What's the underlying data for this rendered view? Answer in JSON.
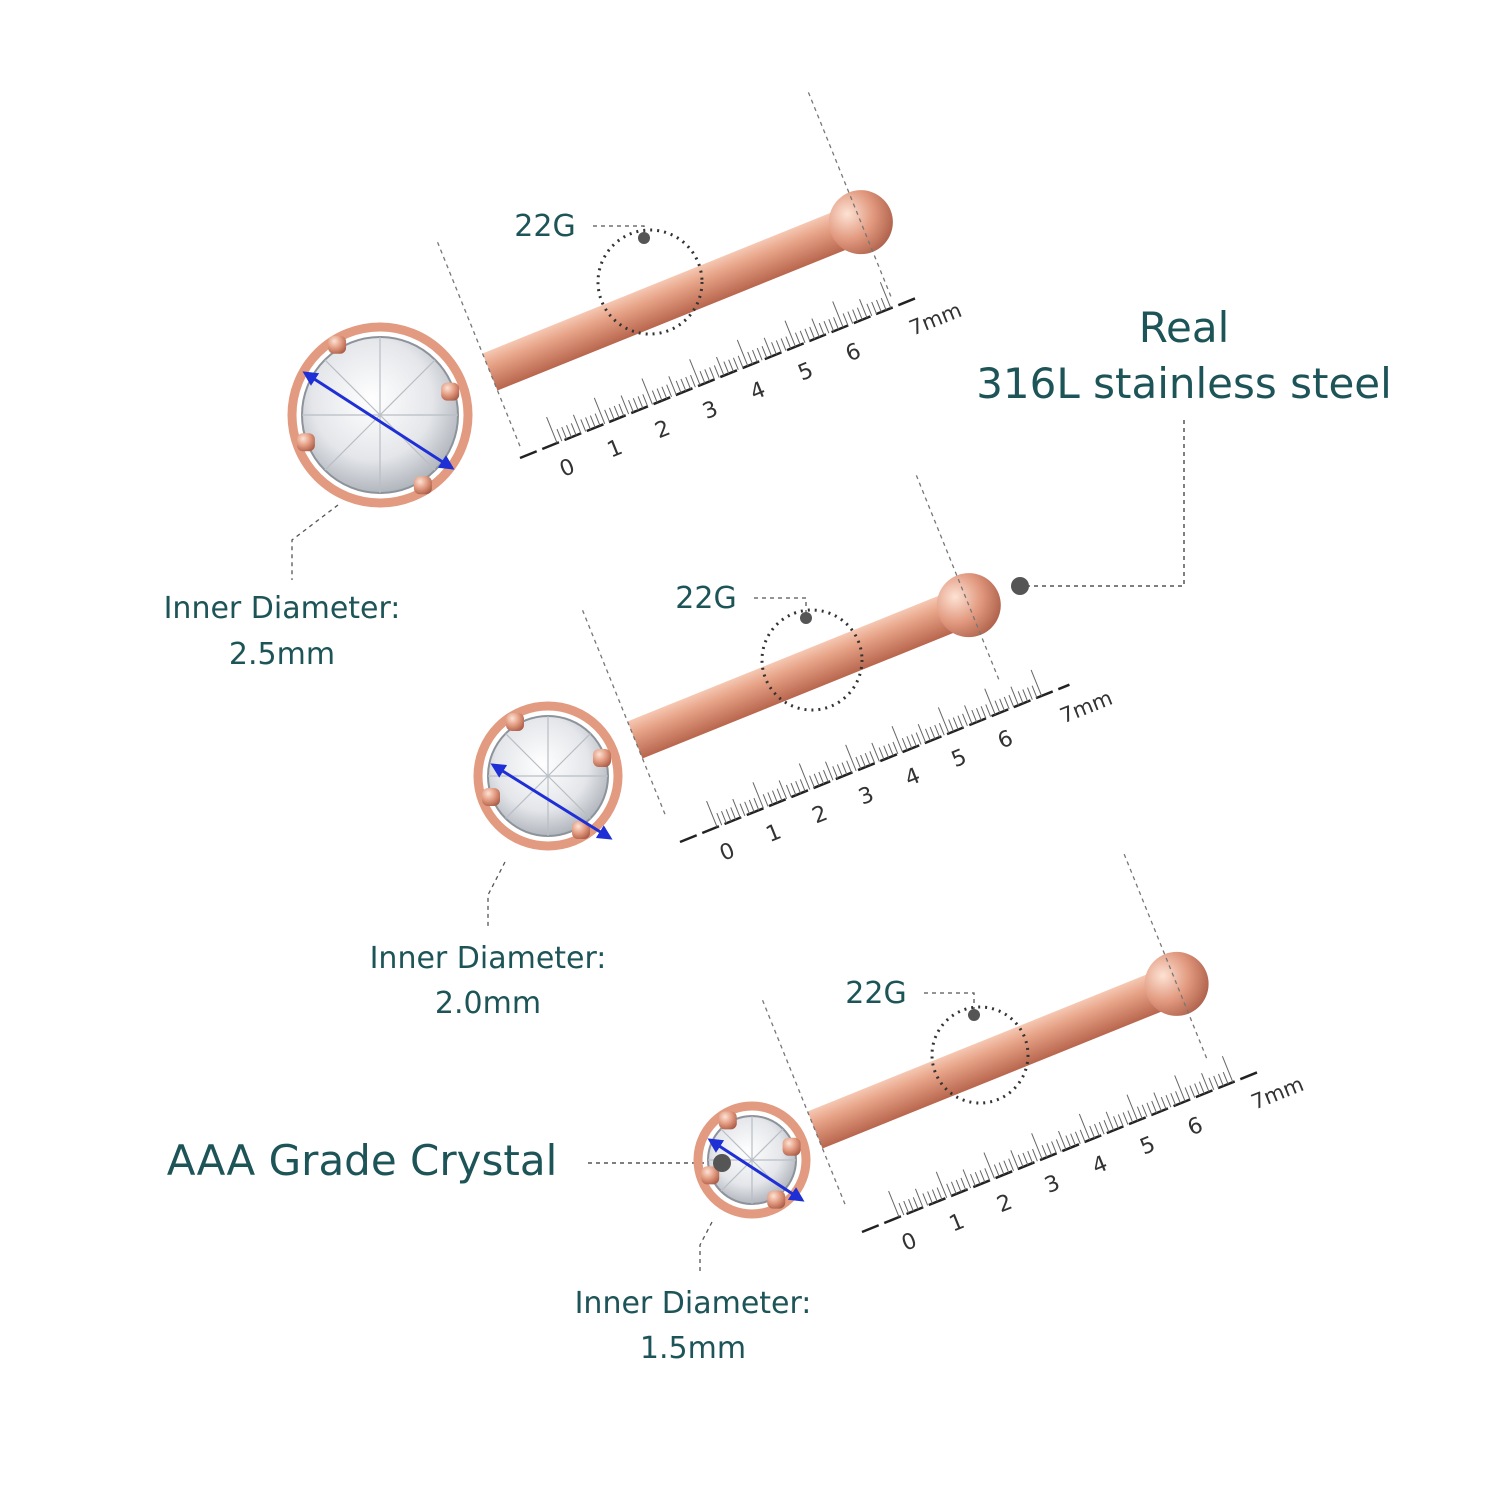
{
  "material_label": {
    "line1": "Real",
    "line2": "316L stainless steel"
  },
  "crystal_label": "AAA Grade Crystal",
  "ruler": {
    "ticks": [
      "0",
      "1",
      "2",
      "3",
      "4",
      "5",
      "6"
    ],
    "end_label": "7mm"
  },
  "colors": {
    "text": "#1d5458",
    "rose_gold": "#e29a80",
    "rose_gold_dark": "#b8664e",
    "arrow": "#1f2fd6",
    "leader": "#555555"
  },
  "studs": [
    {
      "gauge": "22G",
      "diameter_title": "Inner Diameter:",
      "diameter_value": "2.5mm"
    },
    {
      "gauge": "22G",
      "diameter_title": "Inner Diameter:",
      "diameter_value": "2.0mm"
    },
    {
      "gauge": "22G",
      "diameter_title": "Inner Diameter:",
      "diameter_value": "1.5mm"
    }
  ]
}
